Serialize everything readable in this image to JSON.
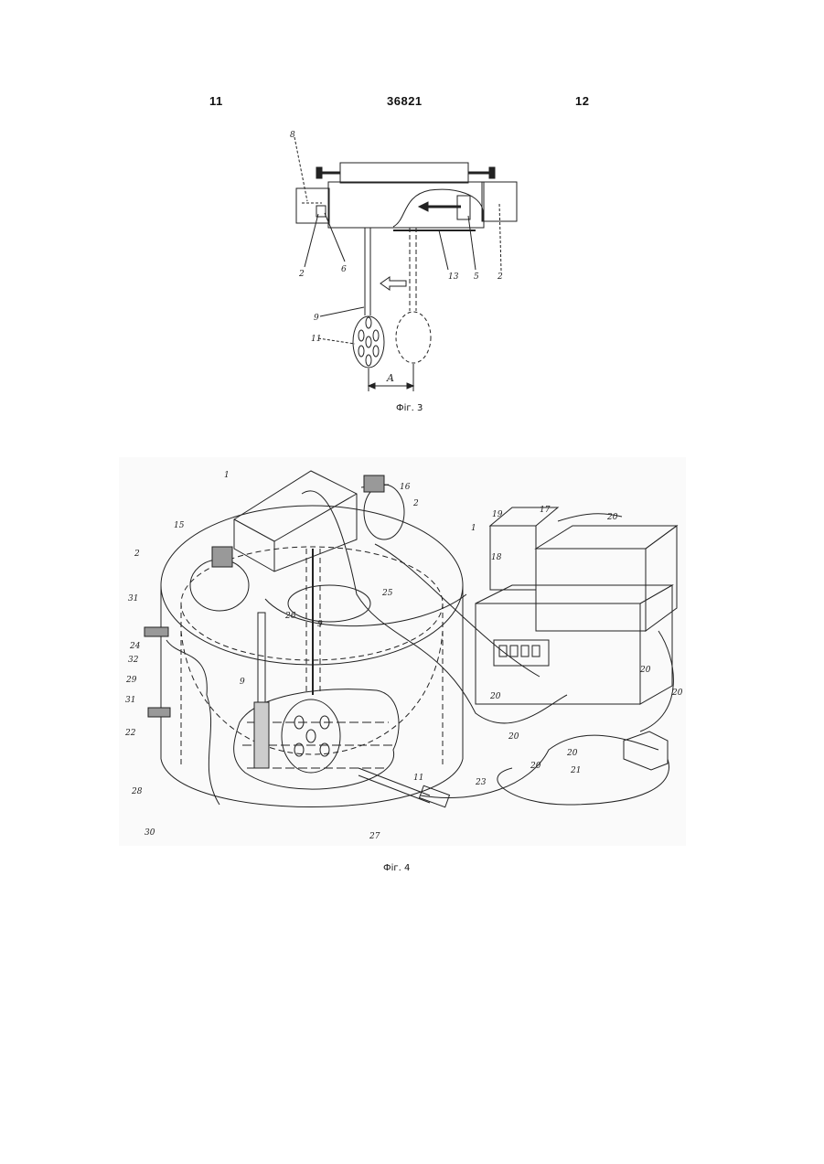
{
  "header": {
    "left_page": "11",
    "patent_number": "36821",
    "right_page": "12"
  },
  "figure3": {
    "caption": "Фіг. 3",
    "labels": [
      "8",
      "2",
      "6",
      "13",
      "5",
      "2",
      "9",
      "11",
      "A"
    ]
  },
  "figure4": {
    "caption": "Фіг. 4",
    "labels": [
      "1",
      "16",
      "2",
      "15",
      "2",
      "1",
      "19",
      "17",
      "20",
      "18",
      "25",
      "9",
      "31",
      "26",
      "24",
      "32",
      "29",
      "9",
      "31",
      "22",
      "20",
      "20",
      "20",
      "20",
      "20",
      "21",
      "23",
      "11",
      "28",
      "30",
      "27",
      "20"
    ]
  }
}
